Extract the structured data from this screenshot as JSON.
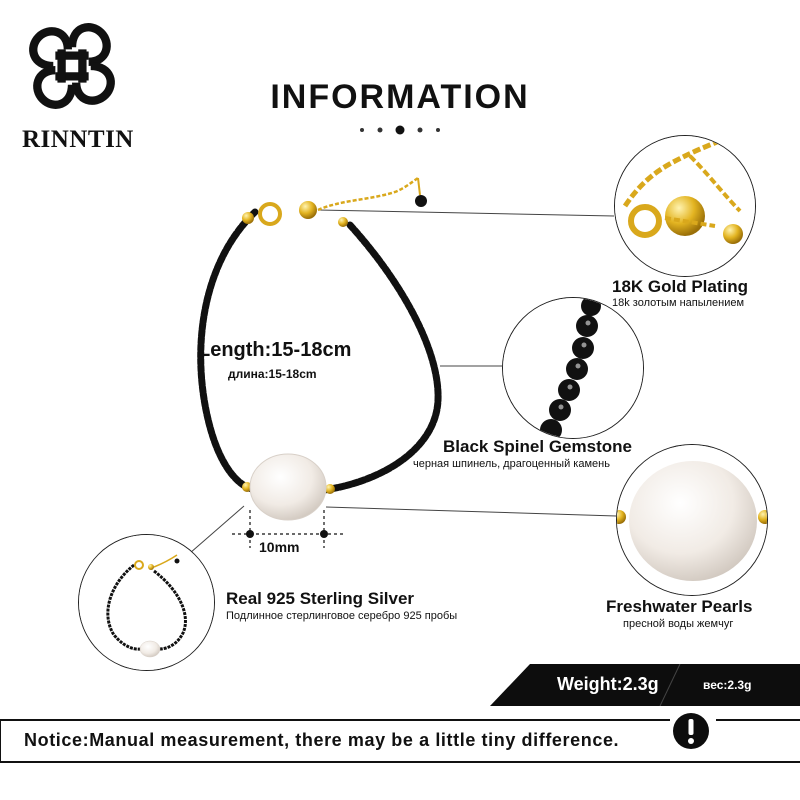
{
  "brand": {
    "name": "RINNTIN"
  },
  "header": {
    "title": "INFORMATION"
  },
  "labels": {
    "length_main": "Length:15-18cm",
    "length_sub": "длина:15-18cm",
    "gold_main": "18K Gold Plating",
    "gold_sub": "18k золотым напылением",
    "spinel_main": "Black Spinel Gemstone",
    "spinel_sub": "черная шпинель, драгоценный камень",
    "silver_main": "Real 925  Sterling  Silver",
    "silver_sub": "Подлинное стерлинговое серебро 925 пробы",
    "pearl_main": "Freshwater Pearls",
    "pearl_sub": "пресной воды жемчуг",
    "measure": "10mm"
  },
  "weight": {
    "main": "Weight:2.3g",
    "sub": "вес:2.3g"
  },
  "notice": {
    "text": "Notice:Manual measurement, there may be a little tiny difference."
  },
  "colors": {
    "gold": "#e3b421",
    "spinel": "#121212",
    "pearl": "#f4eee8",
    "banner": "#0d0d0d"
  },
  "icons": {
    "logo": "clover-knot-logo",
    "notice": "exclamation-icon"
  }
}
